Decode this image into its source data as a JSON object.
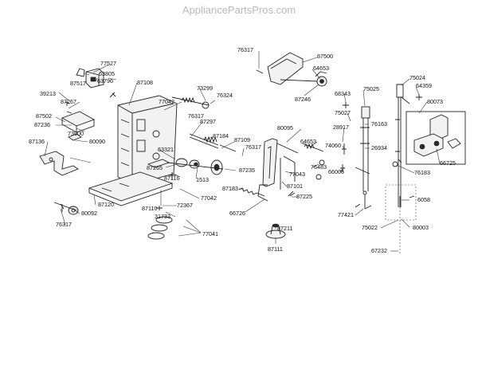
{
  "watermark": "AppliancePartsPros.com",
  "part_numbers": [
    "76317",
    "87500",
    "64653",
    "87246",
    "77527",
    "63805",
    "63796",
    "87517",
    "87108",
    "73299",
    "76324",
    "39213",
    "87267",
    "77042",
    "87502",
    "87236",
    "73900",
    "80090",
    "87136",
    "87297",
    "87184",
    "87109",
    "76317",
    "63321",
    "87265",
    "1513",
    "87116",
    "87235",
    "87183",
    "77042",
    "87120",
    "80092",
    "72367",
    "31733",
    "87110",
    "76317",
    "77041",
    "80095",
    "64653",
    "76483",
    "77043",
    "87101",
    "87225",
    "66726",
    "87211",
    "87111",
    "68343",
    "75027",
    "28917",
    "74060",
    "66006",
    "75025",
    "76163",
    "26934",
    "77421",
    "75022",
    "67232",
    "75024",
    "64359",
    "80073",
    "66725",
    "76183",
    "6058",
    "80003",
    "76317"
  ]
}
